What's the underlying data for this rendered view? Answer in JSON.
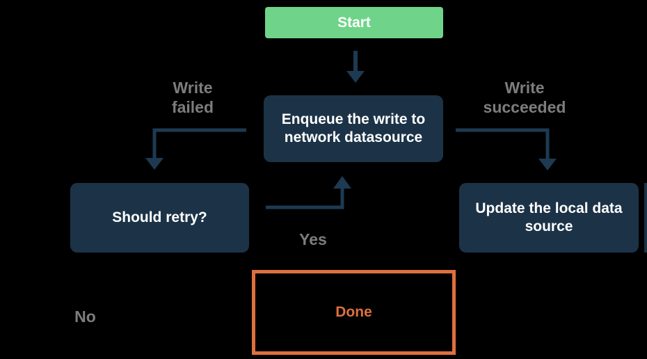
{
  "colors": {
    "background": "#000000",
    "node_fill": "#1c3347",
    "node_text": "#ffffff",
    "start_fill": "#6fd489",
    "arrow": "#1d3a52",
    "edge_label_text": "#7d7d7d",
    "done_accent": "#e06f3e"
  },
  "nodes": {
    "start": {
      "label": "Start"
    },
    "enqueue": {
      "lines": [
        "Enqueue the write to",
        "network datasource"
      ]
    },
    "should_retry": {
      "label": "Should retry?"
    },
    "update_local": {
      "lines": [
        "Update the local data",
        "source"
      ]
    },
    "done": {
      "label": "Done"
    }
  },
  "edge_labels": {
    "write_failed": {
      "lines": [
        "Write",
        "failed"
      ]
    },
    "write_succeeded": {
      "lines": [
        "Write",
        "succeeded"
      ]
    },
    "yes": "Yes",
    "no": "No"
  }
}
